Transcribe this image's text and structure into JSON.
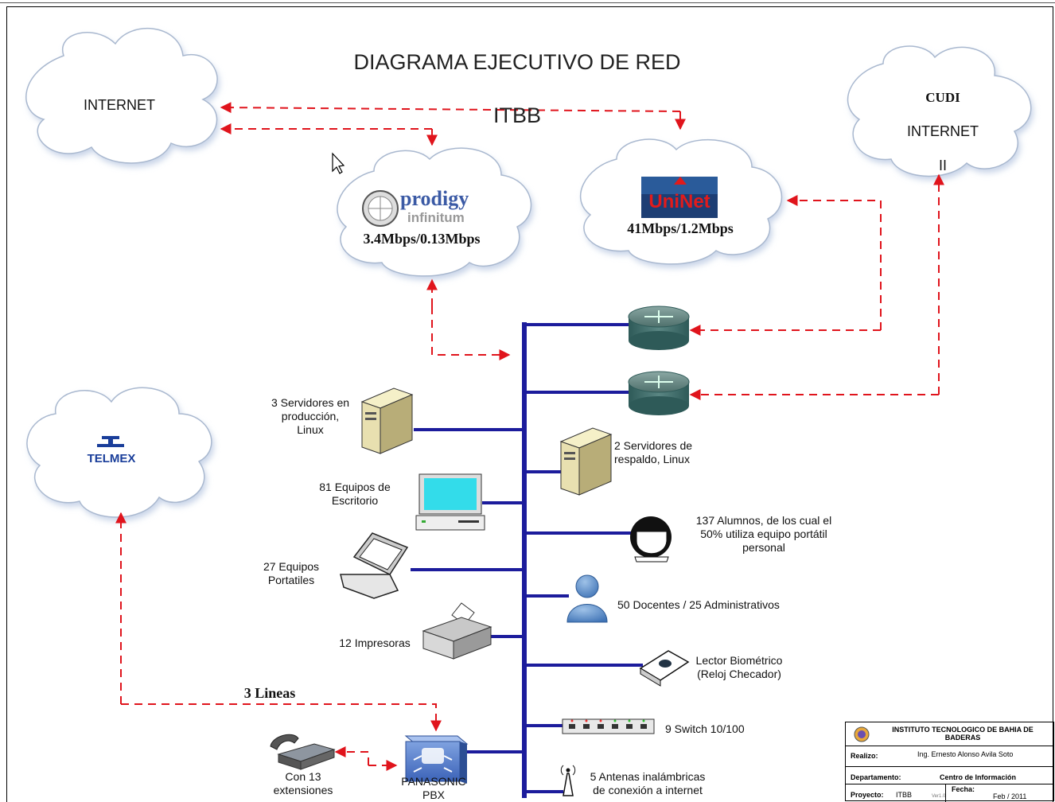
{
  "title": {
    "line1": "DIAGRAMA EJECUTIVO DE RED",
    "line2": "ITBB"
  },
  "clouds": {
    "internet": "INTERNET",
    "cudi": {
      "line1": "CUDI",
      "line2": "INTERNET",
      "line3": "II"
    },
    "prodigy": {
      "brand": "prodigy",
      "sub": "infinitum",
      "speed": "3.4Mbps/0.13Mbps"
    },
    "uninet": {
      "brand": "UniNet",
      "speed": "41Mbps/1.2Mbps"
    },
    "telmex": "TELMEX"
  },
  "devices": {
    "servers_prod": "3 Servidores en\nproducción,\nLinux",
    "servers_backup": "2 Servidores de\nrespaldo, Linux",
    "desktops": "81 Equipos de\nEscritorio",
    "students": "137 Alumnos, de los cual el\n50% utiliza equipo portátil\npersonal",
    "laptops": "27 Equipos\nPortatiles",
    "staff": "50 Docentes / 25 Administrativos",
    "printers": "12 Impresoras",
    "biometric": "Lector Biométrico\n(Reloj Checador)",
    "switches": "9 Switch 10/100",
    "antennas": "5 Antenas inalámbricas\nde conexión a internet",
    "phone": "Con 13\nextensiones",
    "pbx": "PANASONIC\nPBX",
    "lines": "3 Lineas"
  },
  "title_block": {
    "institution": "INSTITUTO TECNOLOGICO DE BAHIA DE\nBADERAS",
    "author_label": "Realizo:",
    "author": "Ing. Ernesto Alonso Avila Soto",
    "dept_label": "Departamento:",
    "dept": "Centro de Información",
    "project_label": "Proyecto:",
    "project": "ITBB",
    "version": "Ver1.0",
    "date_label": "Fecha:",
    "date": "Feb / 2011"
  },
  "colors": {
    "link": "#e0141c",
    "backbone": "#1c1c9c",
    "cloud_fill": "#ffffff",
    "cloud_edge": "#b8c8e0"
  }
}
